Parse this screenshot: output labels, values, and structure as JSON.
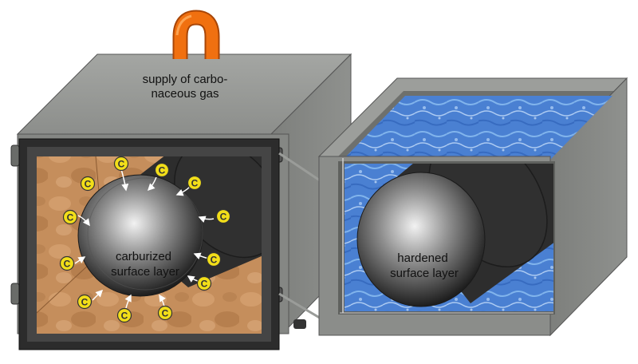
{
  "labels": {
    "gas_line1": "supply of carbo-",
    "gas_line2": "naceous gas",
    "carb_line1": "carburized",
    "carb_line2": "surface layer",
    "hard_line1": "hardened",
    "hard_line2": "surface layer"
  },
  "carbon_symbol": "C",
  "icons": {
    "gas_pipe": "gas-pipe-icon",
    "carbon_atom": "carbon-atom-icon"
  },
  "colors": {
    "furnace_body": "#8a8c89",
    "furnace_dark": "#3a3a3a",
    "furnace_interior": "#c08a5a",
    "pipe": "#ef6a0c",
    "quench_water": "#4f86d6",
    "carbon_atom": "#f2de19"
  }
}
